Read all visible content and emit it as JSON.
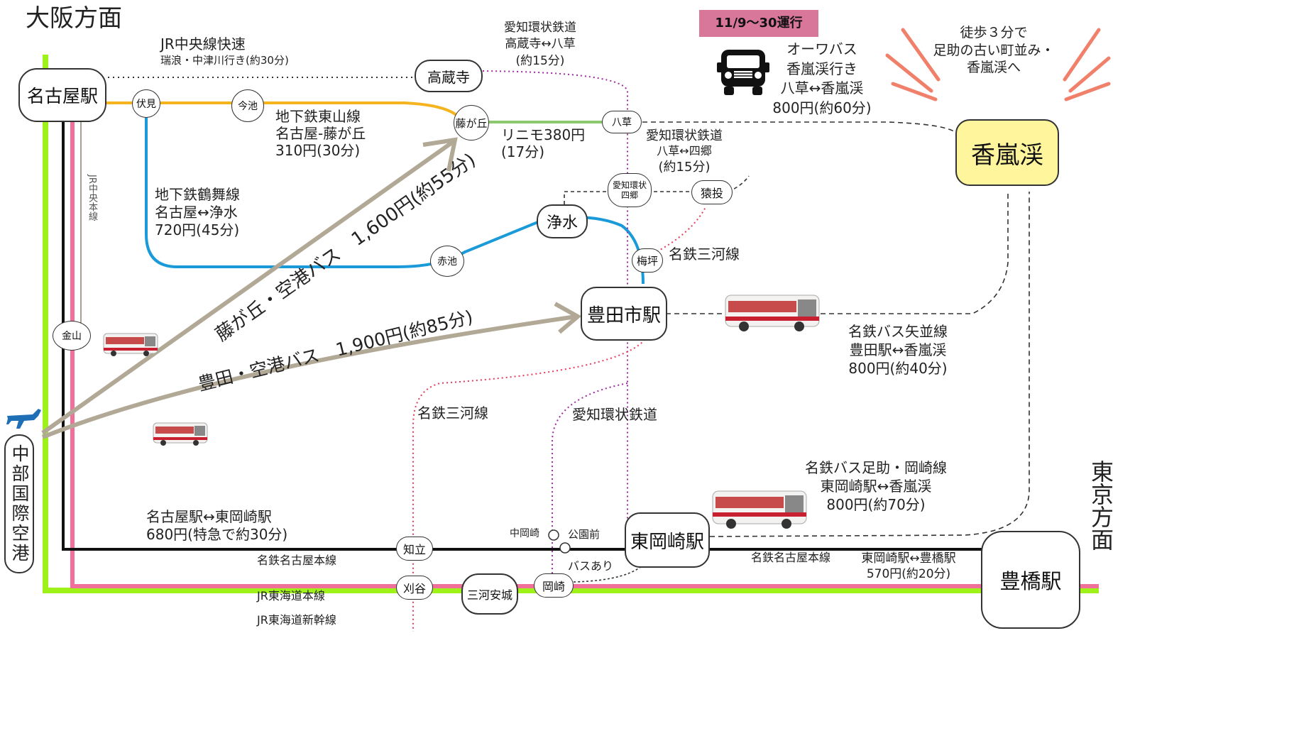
{
  "directions": {
    "osaka": "大阪方面",
    "tokyo": "東京方面"
  },
  "badge": {
    "text": "11/9〜30運行",
    "color": "#d9779a"
  },
  "callout": {
    "line1": "徒歩３分で",
    "line2": "足助の古い町並み・",
    "line3": "香嵐渓へ"
  },
  "stations": {
    "nagoya": "名古屋駅",
    "fushimi": "伏見",
    "imaike": "今池",
    "fujigaoka": "藤が丘",
    "takakuraji": "高蔵寺",
    "yakusa": "八草",
    "korankei": "香嵐渓",
    "aichikanjo_sigo_1": "愛知環状",
    "aichikanjo_sigo_2": "四郷",
    "sanage": "猿投",
    "josui": "浄水",
    "akaike": "赤池",
    "umetsubo": "梅坪",
    "toyotashi": "豊田市駅",
    "kanayama": "金山",
    "centrair": "中部国際空港",
    "chiryu": "知立",
    "kariya": "刈谷",
    "mikawaanjo": "三河安城",
    "okazaki": "岡崎",
    "nakaokazaki": "中岡崎",
    "koenmae": "公園前",
    "higashiokazaki": "東岡崎駅",
    "toyohashi": "豊橋駅"
  },
  "labels": {
    "jr_chuo_rapid": "JR中央線快速",
    "jr_chuo_rapid_sub": "瑞浪・中津川行き(約30分)",
    "aikan_top_1": "愛知環状鉄道",
    "aikan_top_2": "高蔵寺↔八草",
    "aikan_top_3": "(約15分)",
    "higashiyama_1": "地下鉄東山線",
    "higashiyama_2": "名古屋-藤が丘",
    "higashiyama_3": "310円(30分)",
    "linimo_1": "リニモ380円",
    "linimo_2": "(17分)",
    "aikan_mid_1": "愛知環状鉄道",
    "aikan_mid_2": "八草↔四郷",
    "aikan_mid_3": "(約15分)",
    "oowa_1": "オーワバス",
    "oowa_2": "香嵐渓行き",
    "oowa_3": "八草↔香嵐渓",
    "oowa_4": "800円(約60分)",
    "tsurumai_1": "地下鉄鶴舞線",
    "tsurumai_2": "名古屋↔浄水",
    "tsurumai_3": "720円(45分)",
    "jr_chuo_main": "JR中央本線",
    "meitetsu_mikawa_right": "名鉄三河線",
    "fujigaoka_bus": "藤が丘・空港バス　1,600円(約55分)",
    "toyota_bus": "豊田・空港バス　1,900円(約85分)",
    "yanami_1": "名鉄バス矢並線",
    "yanami_2": "豊田駅↔香嵐渓",
    "yanami_3": "800円(約40分)",
    "meitetsu_mikawa_left": "名鉄三河線",
    "aikan_lower": "愛知環状鉄道",
    "asuke_1": "名鉄バス足助・岡崎線",
    "asuke_2": "東岡崎駅↔香嵐渓",
    "asuke_3": "800円(約70分)",
    "nagoya_hok_1": "名古屋駅↔東岡崎駅",
    "nagoya_hok_2": "680円(特急で約30分)",
    "meitetsu_honsen_left": "名鉄名古屋本線",
    "bus_ari": "バスあり",
    "meitetsu_honsen_right": "名鉄名古屋本線",
    "hok_toyo_1": "東岡崎駅↔豊橋駅",
    "hok_toyo_2": "570円(約20分)",
    "jr_tokaido": "JR東海道本線",
    "jr_shinkansen": "JR東海道新幹線"
  },
  "colors": {
    "shinkansen": "#9ef21a",
    "tokaido": "#f0709a",
    "meitetsu": "#111111",
    "higashiyama": "#f5b41e",
    "tsurumai": "#1a9ad8",
    "linimo": "#8cc86e",
    "aikan": "#a02aa0",
    "mikawa": "#e83a5a",
    "airport_bus": "#b2a896",
    "korankei_fill": "#fff59d",
    "callout_rays": "#f0806a"
  },
  "icons": [
    "truck-icon",
    "bus-icon",
    "airplane-icon"
  ]
}
